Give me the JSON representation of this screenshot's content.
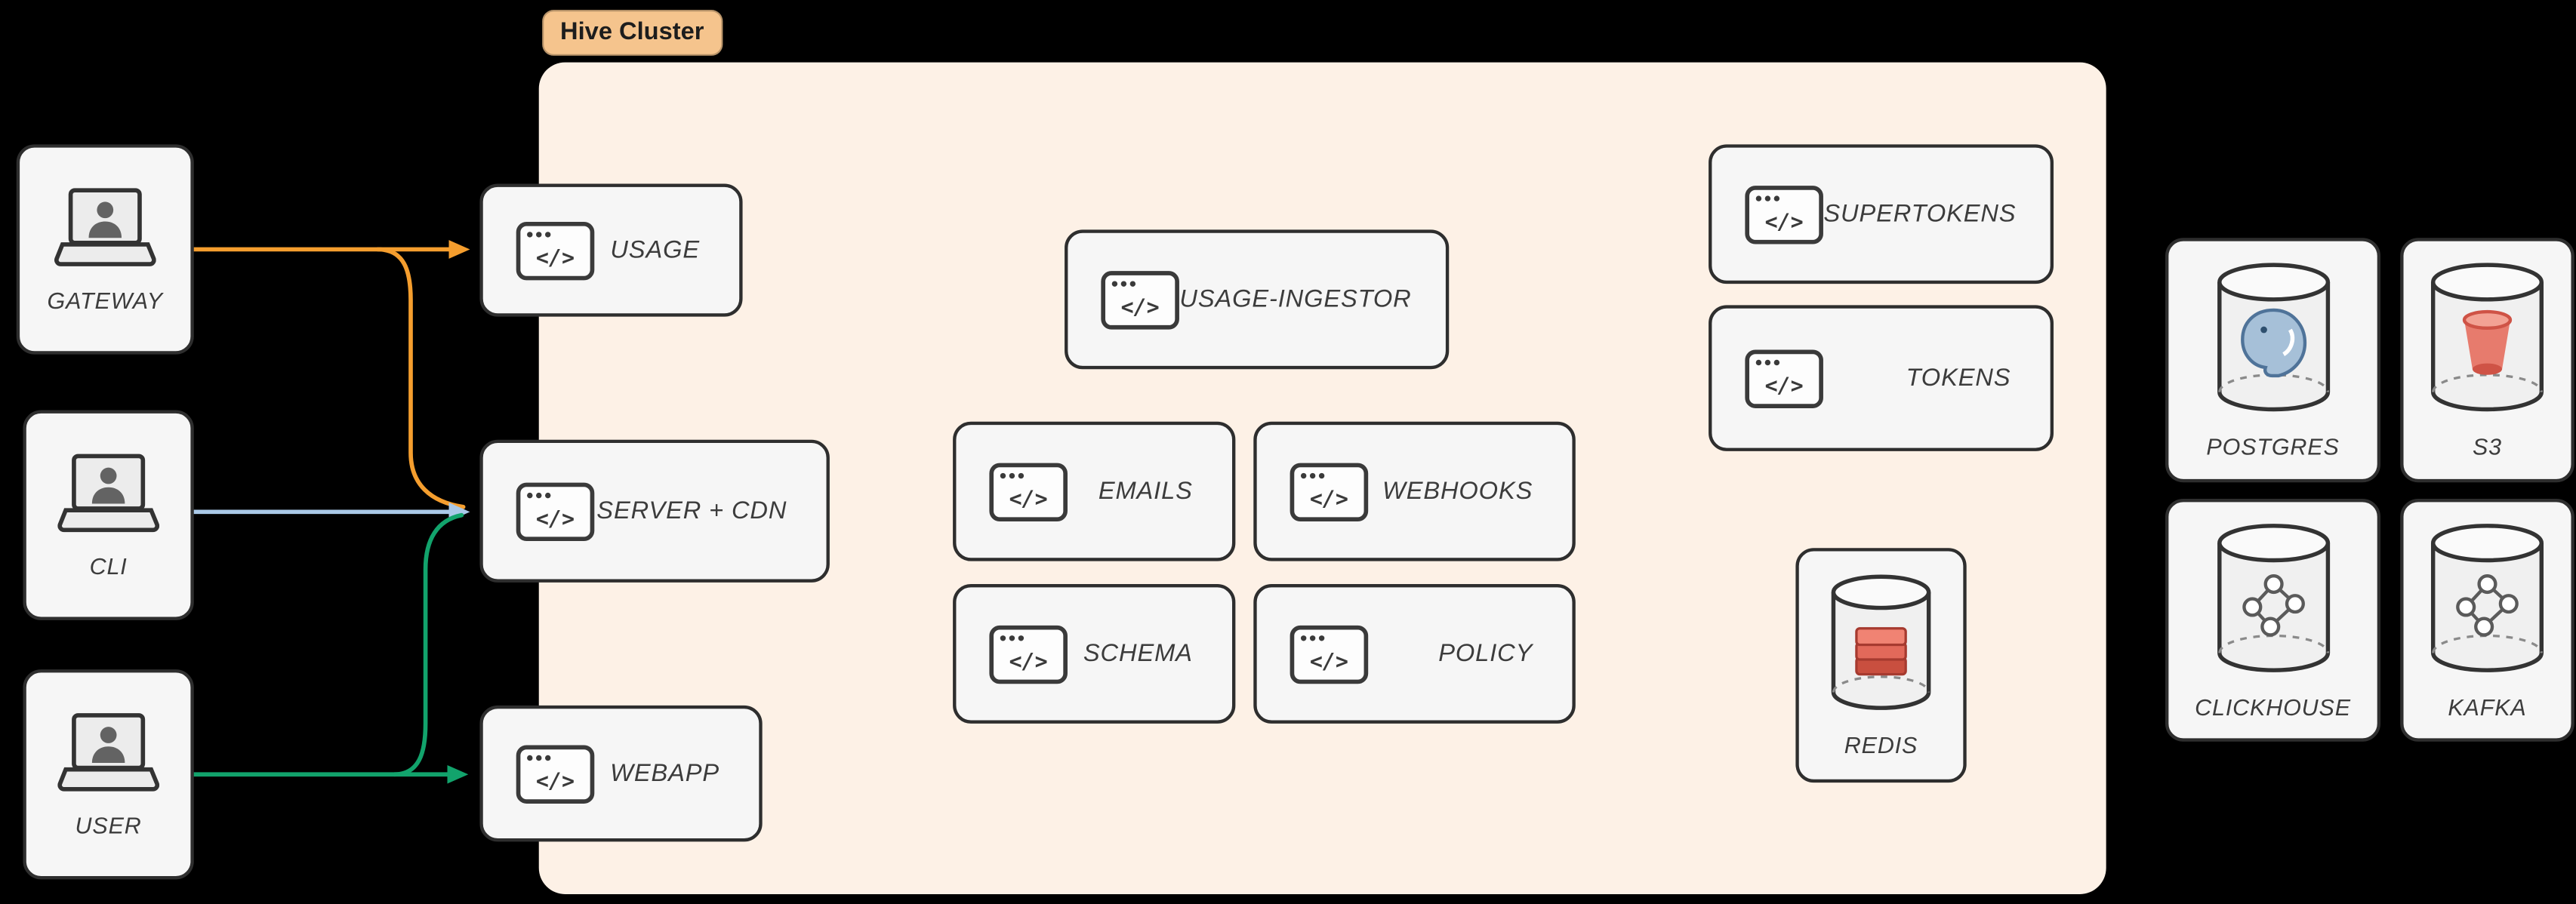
{
  "badge": {
    "label": "Hive Cluster"
  },
  "clients": [
    {
      "id": "gateway",
      "label": "GATEWAY",
      "icon": "laptop-user-icon"
    },
    {
      "id": "cli",
      "label": "CLI",
      "icon": "laptop-user-icon"
    },
    {
      "id": "user",
      "label": "USER",
      "icon": "laptop-user-icon"
    }
  ],
  "cluster": {
    "services": [
      {
        "id": "usage",
        "label": "USAGE",
        "icon": "browser-code-icon"
      },
      {
        "id": "server-cdn",
        "label": "SERVER + CDN",
        "icon": "browser-code-icon"
      },
      {
        "id": "webapp",
        "label": "WEBAPP",
        "icon": "browser-code-icon"
      },
      {
        "id": "usage-ingestor",
        "label": "USAGE-INGESTOR",
        "icon": "browser-code-icon"
      },
      {
        "id": "emails",
        "label": "EMAILS",
        "icon": "browser-code-icon"
      },
      {
        "id": "webhooks",
        "label": "WEBHOOKS",
        "icon": "browser-code-icon"
      },
      {
        "id": "schema",
        "label": "SCHEMA",
        "icon": "browser-code-icon"
      },
      {
        "id": "policy",
        "label": "POLICY",
        "icon": "browser-code-icon"
      },
      {
        "id": "supertokens",
        "label": "SUPERTOKENS",
        "icon": "browser-code-icon"
      },
      {
        "id": "tokens",
        "label": "TOKENS",
        "icon": "browser-code-icon"
      }
    ],
    "stores": [
      {
        "id": "redis",
        "label": "REDIS",
        "icon": "redis-stack-cylinder-icon"
      }
    ]
  },
  "databases": [
    {
      "id": "postgres",
      "label": "POSTGRES",
      "icon": "postgres-cylinder-icon"
    },
    {
      "id": "s3",
      "label": "S3",
      "icon": "s3-bucket-cylinder-icon"
    },
    {
      "id": "clickhouse",
      "label": "CLICKHOUSE",
      "icon": "graph-cylinder-icon"
    },
    {
      "id": "kafka",
      "label": "KAFKA",
      "icon": "graph-cylinder-icon"
    }
  ],
  "edges": [
    {
      "from": "GATEWAY",
      "to": "USAGE",
      "color": "#f59e2e"
    },
    {
      "from": "GATEWAY",
      "to": "SERVER + CDN",
      "color": "#f59e2e"
    },
    {
      "from": "CLI",
      "to": "SERVER + CDN",
      "color": "#aac9e8"
    },
    {
      "from": "USER",
      "to": "SERVER + CDN",
      "color": "#12a36c"
    },
    {
      "from": "USER",
      "to": "WEBAPP",
      "color": "#12a36c"
    }
  ],
  "colors": {
    "background": "#000000",
    "cluster_bg": "#fdf1e6",
    "badge_bg": "#f5c48d",
    "box_bg": "#f6f6f6",
    "box_border": "#2e2e2e",
    "arrow_orange": "#f59e2e",
    "arrow_blue": "#aac9e8",
    "arrow_green": "#12a36c"
  }
}
